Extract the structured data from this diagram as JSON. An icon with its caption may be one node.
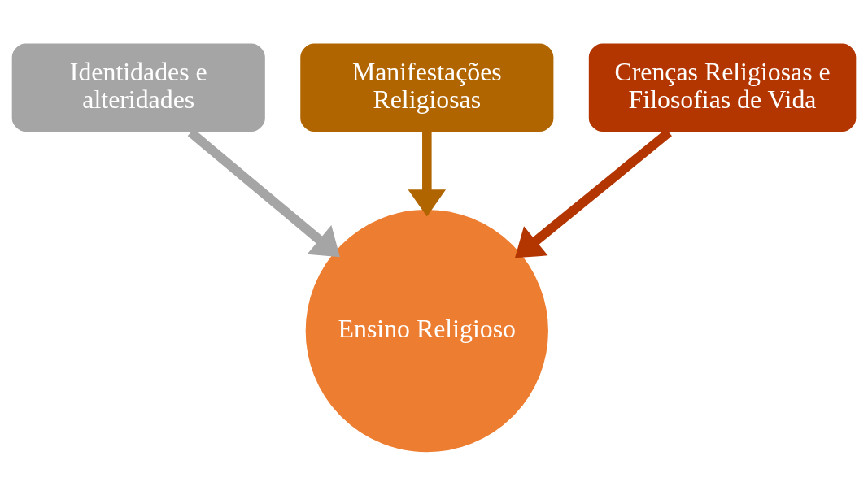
{
  "diagram": {
    "nodes": [
      {
        "text": [
          "Identidades e alteridades"
        ]
      },
      {
        "text": [
          "Manifestações Religiosas"
        ]
      },
      {
        "text": [
          "Crenças Religiosas e Filosofias de Vida"
        ]
      },
      {
        "text": [
          "Ensino Religioso"
        ]
      }
    ],
    "edges": [
      {
        "from": 0,
        "to": 3,
        "arrow": "to",
        "color": "#a5a5a5"
      },
      {
        "from": 1,
        "to": 3,
        "arrow": "to",
        "color": "#b06500"
      },
      {
        "from": 2,
        "to": 3,
        "arrow": "to",
        "color": "#b33600"
      }
    ]
  }
}
